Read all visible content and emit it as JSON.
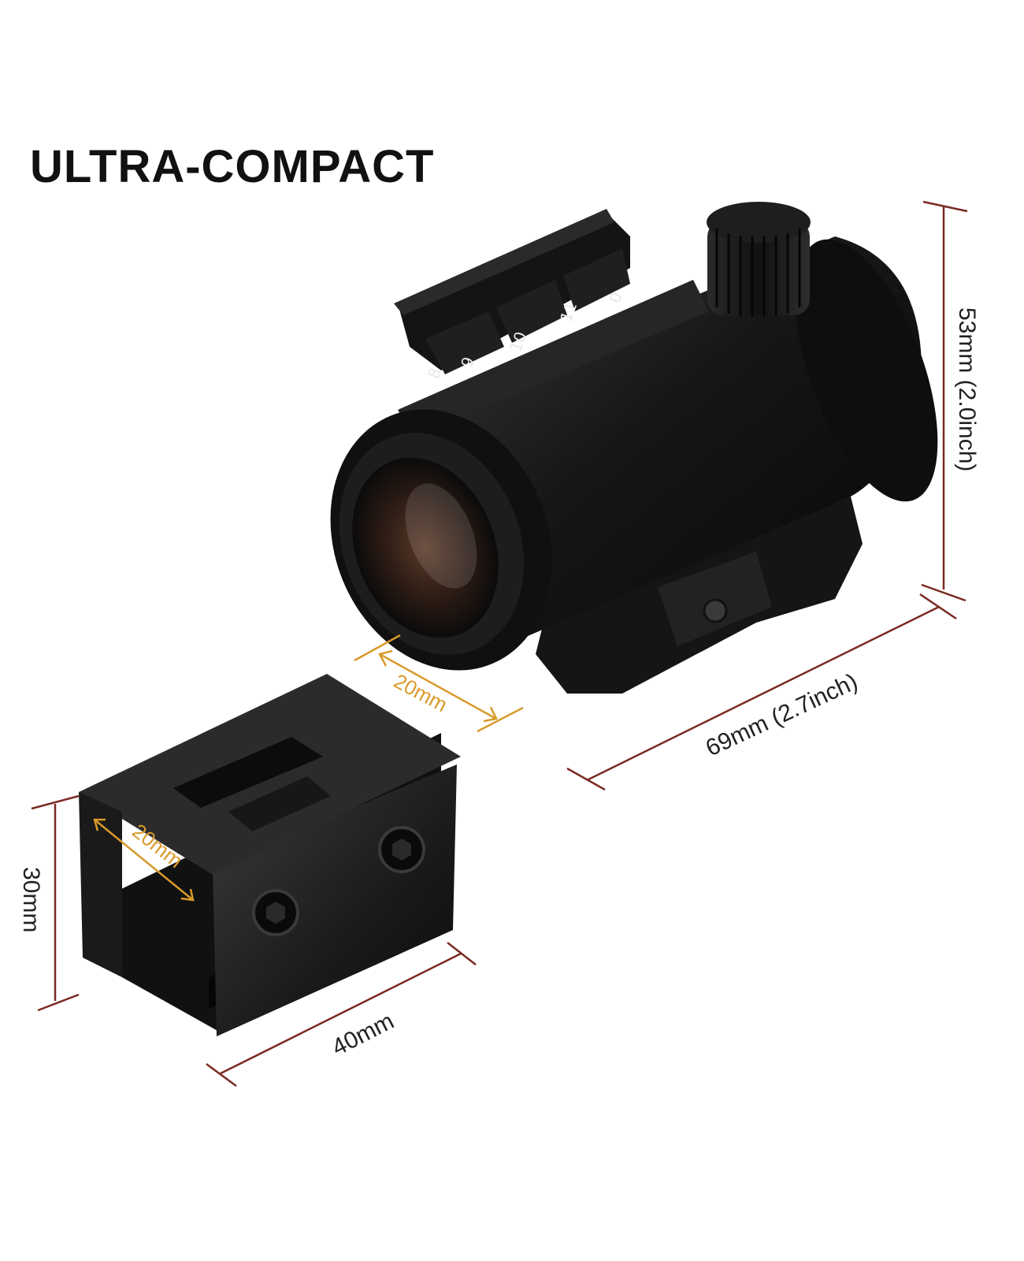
{
  "headline": "ULTRA-COMPACT",
  "dimensions": {
    "sight_height": "53mm (2.0inch)",
    "sight_length": "69mm (2.7inch)",
    "rail_width_top": "20mm",
    "mount_rail_width": "20mm",
    "mount_height": "30mm",
    "mount_length": "40mm"
  },
  "dial_markings": [
    "8",
    "9",
    "10",
    "11",
    "0"
  ],
  "colors": {
    "dimension_line": "#7a2a22",
    "orange_dimension": "#d89a2a",
    "device_body": "#1c1c1c"
  }
}
